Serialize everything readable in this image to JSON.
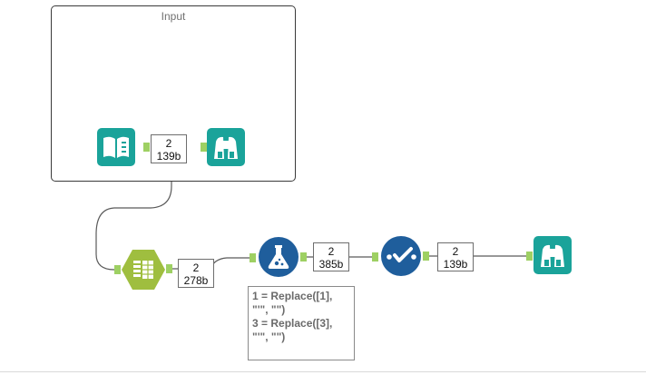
{
  "container": {
    "title": "Input"
  },
  "tools": [
    {
      "name": "input-data-tool",
      "icon": "book-icon",
      "color": "#1aa39a"
    },
    {
      "name": "browse-tool-1",
      "icon": "binoculars-icon",
      "color": "#1aa39a"
    },
    {
      "name": "union-tool",
      "icon": "union-icon",
      "color": "#9fbe3f"
    },
    {
      "name": "formula-tool",
      "icon": "flask-icon",
      "color": "#1f5e9c"
    },
    {
      "name": "select-tool",
      "icon": "checkmark-icon",
      "color": "#1f5e9c"
    },
    {
      "name": "browse-tool-2",
      "icon": "binoculars-icon",
      "color": "#1aa39a"
    }
  ],
  "badges": {
    "input_browse": {
      "records": "2",
      "size": "139b"
    },
    "union_out": {
      "records": "2",
      "size": "278b"
    },
    "formula_out": {
      "records": "2",
      "size": "385b"
    },
    "select_out": {
      "records": "2",
      "size": "139b"
    }
  },
  "annotation": {
    "line1": "1 = Replace([1],",
    "line2": "\"'\", \"\")",
    "line3": "3 = Replace([3],",
    "line4": "\"'\", \"\")"
  },
  "colors": {
    "anchor": "#9ed063",
    "connection": "#5a5a5a",
    "teal": "#1aa39a",
    "blue": "#1f5e9c",
    "green": "#9fbe3f"
  }
}
